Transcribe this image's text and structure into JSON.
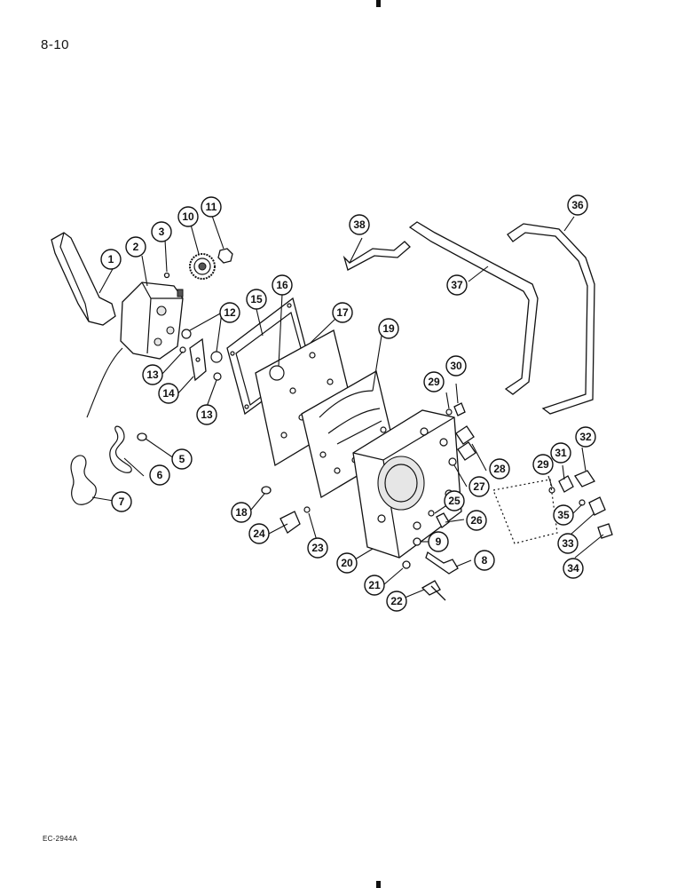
{
  "page_number": "8-10",
  "figure_code": "EC-2944A",
  "callouts": [
    "1",
    "2",
    "3",
    "10",
    "11",
    "12",
    "13",
    "14",
    "13",
    "5",
    "6",
    "7",
    "15",
    "16",
    "17",
    "19",
    "18",
    "24",
    "23",
    "20",
    "21",
    "22",
    "9",
    "8",
    "25",
    "26",
    "27",
    "28",
    "29",
    "30",
    "38",
    "37",
    "36",
    "29",
    "31",
    "32",
    "35",
    "33",
    "34"
  ]
}
